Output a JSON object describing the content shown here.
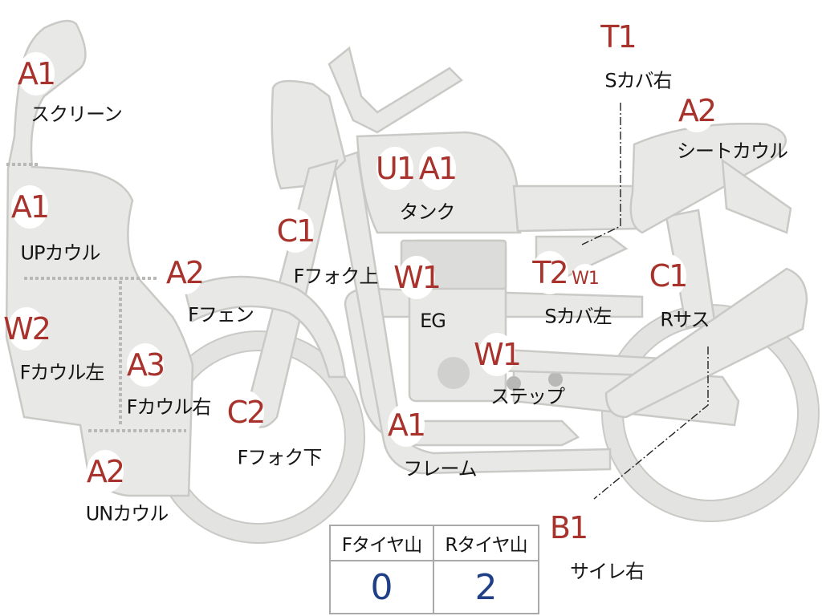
{
  "colors": {
    "badge_text": "#a8332c",
    "part_fill": "#e8e8e6",
    "table_value": "#1f3f86"
  },
  "parts": [
    {
      "id": "screen",
      "code": "A1",
      "label": "スクリーン"
    },
    {
      "id": "up-cowl",
      "code": "A1",
      "label": "UPカウル"
    },
    {
      "id": "f-cowl-l",
      "code": "W2",
      "label": "Fカウル左"
    },
    {
      "id": "f-cowl-r",
      "code": "A3",
      "label": "Fカウル右"
    },
    {
      "id": "un-cowl",
      "code": "A2",
      "label": "UNカウル"
    },
    {
      "id": "f-fender",
      "code": "A2",
      "label": "Fフェン"
    },
    {
      "id": "f-fork-up",
      "code": "C1",
      "label": "Fフォク上"
    },
    {
      "id": "f-fork-low",
      "code": "C2",
      "label": "Fフォク下"
    },
    {
      "id": "tank",
      "codes": [
        "U1",
        "A1"
      ],
      "label": "タンク"
    },
    {
      "id": "engine",
      "code": "W1",
      "label": "EG"
    },
    {
      "id": "step",
      "code": "W1",
      "label": "ステップ"
    },
    {
      "id": "frame",
      "code": "A1",
      "label": "フレーム"
    },
    {
      "id": "s-cover-l",
      "code": "T2",
      "code2": "W1",
      "label": "Sカバ左"
    },
    {
      "id": "s-cover-r",
      "code": "T1",
      "label": "Sカバ右"
    },
    {
      "id": "seat-cowl",
      "code": "A2",
      "label": "シートカウル"
    },
    {
      "id": "r-sus",
      "code": "C1",
      "label": "Rサス"
    },
    {
      "id": "muffler-r",
      "code": "B1",
      "label": "サイレ右"
    }
  ],
  "tire_table": {
    "front_header": "Fタイヤ山",
    "rear_header": "Rタイヤ山",
    "front_value": "0",
    "rear_value": "2"
  }
}
